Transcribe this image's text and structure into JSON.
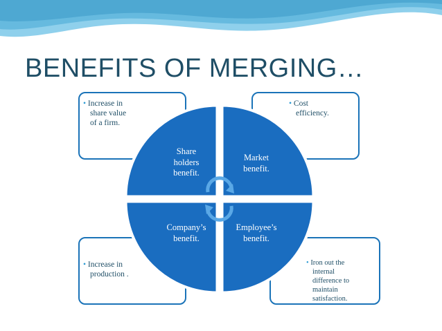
{
  "slide": {
    "title": "BENEFITS OF MERGING…"
  },
  "outer_boxes": {
    "top_left": {
      "bullet": "•",
      "lines": [
        "Increase in",
        "share value",
        "of  a firm."
      ]
    },
    "top_right": {
      "bullet": "•",
      "lines": [
        "Cost",
        "efficiency."
      ]
    },
    "bottom_left": {
      "bullet": "•",
      "lines": [
        "Increase in",
        "production ."
      ]
    },
    "bottom_right": {
      "bullet": "•",
      "lines": [
        "Iron out the",
        "internal",
        "difference to",
        "maintain",
        "satisfaction."
      ]
    }
  },
  "quadrants": {
    "top_left": [
      "Share",
      "holders",
      "benefit."
    ],
    "top_right": [
      "Market",
      "benefit."
    ],
    "bottom_left": [
      "Company’s",
      "benefit."
    ],
    "bottom_right": [
      "Employee’s",
      "benefit."
    ]
  },
  "colors": {
    "quadrant_fill": "#1a6dc0",
    "box_border": "#1a73b8",
    "title": "#1f4e66",
    "wave": "#5fb6dd",
    "cycle_arrows": "#5aa8e6"
  },
  "icons": {
    "center": "cycle-arrows-icon"
  }
}
